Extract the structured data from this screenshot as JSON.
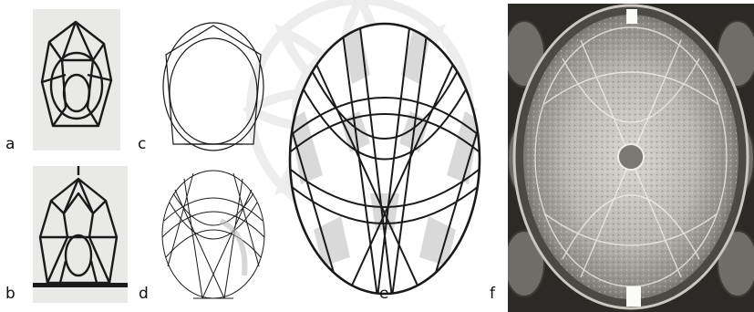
{
  "figure": {
    "panels": [
      {
        "id": "a",
        "label": "a",
        "kind": "hand-drawn sketch"
      },
      {
        "id": "b",
        "label": "b",
        "kind": "hand-drawn sketch"
      },
      {
        "id": "c",
        "label": "c",
        "kind": "line drawing"
      },
      {
        "id": "d",
        "label": "d",
        "kind": "line drawing"
      },
      {
        "id": "e",
        "label": "e",
        "kind": "shaded line drawing"
      },
      {
        "id": "f",
        "label": "f",
        "kind": "photograph of dome ceiling"
      }
    ]
  },
  "colors": {
    "line": "#1a1a1a",
    "shade": "#d9d9d9",
    "watermark": "#ececec",
    "paper": "#e9e9e7"
  }
}
